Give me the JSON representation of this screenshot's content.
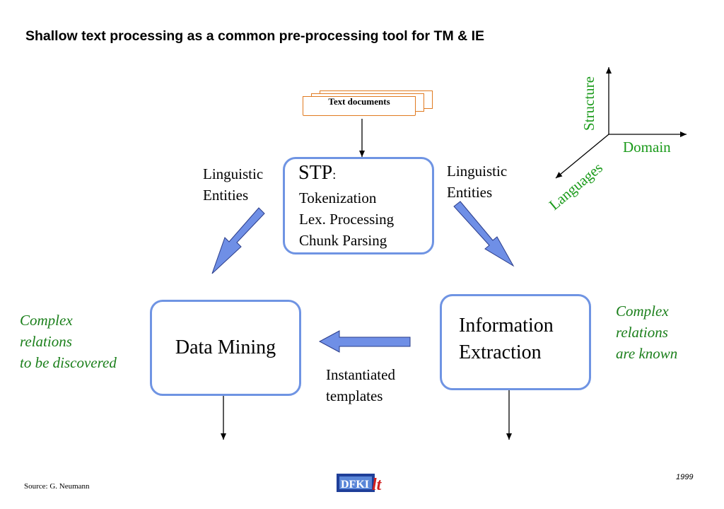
{
  "title": "Shallow text processing as a common pre-processing tool for TM & IE",
  "text_documents": "Text documents",
  "stp_box": {
    "heading": "STP",
    "heading_colon": ":",
    "lines": [
      "Tokenization",
      "Lex. Processing",
      "Chunk Parsing"
    ]
  },
  "left_edge_label": [
    "Linguistic",
    "Entities"
  ],
  "right_edge_label": [
    "Linguistic",
    "Entities"
  ],
  "data_mining": "Data Mining",
  "information_extraction": [
    "Information",
    "Extraction"
  ],
  "bottom_edge_label": [
    "Instantiated",
    "templates"
  ],
  "left_note": [
    "Complex",
    "relations",
    "to be discovered"
  ],
  "right_note": [
    "Complex",
    "relations",
    "are known"
  ],
  "axes": {
    "structure": "Structure",
    "domain": "Domain",
    "languages": "Languages"
  },
  "source": "Source: G. Neumann",
  "year": "1999",
  "logo_text": "DFKI lt",
  "colors": {
    "box_border": "#6f94e3",
    "arrow_fill": "#6f8fe6",
    "note_green": "#1a7f1a",
    "doc_border": "#e07a20"
  }
}
